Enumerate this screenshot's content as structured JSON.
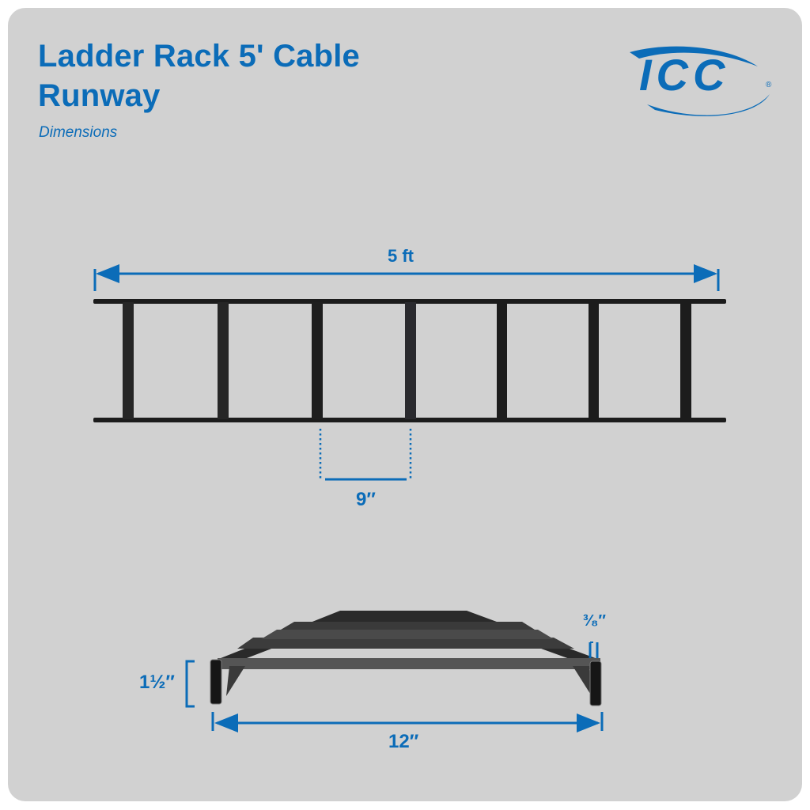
{
  "header": {
    "title_line1": "Ladder Rack 5' Cable",
    "title_line2": "Runway",
    "subtitle": "Dimensions"
  },
  "logo": {
    "text": "ICC",
    "mark": "®",
    "icon": "icc-swoosh-logo"
  },
  "colors": {
    "accent": "#0b6cb8",
    "card": "#d1d1d1",
    "rack": "#1c1c1c",
    "background": "#ffffff"
  },
  "top_view": {
    "length_label": "5 ft",
    "rung_spacing_label": "9″",
    "rung_count": 7
  },
  "end_view": {
    "height_label": "1½″",
    "width_label": "12″",
    "rail_thickness_label": "³⁄₈″"
  }
}
